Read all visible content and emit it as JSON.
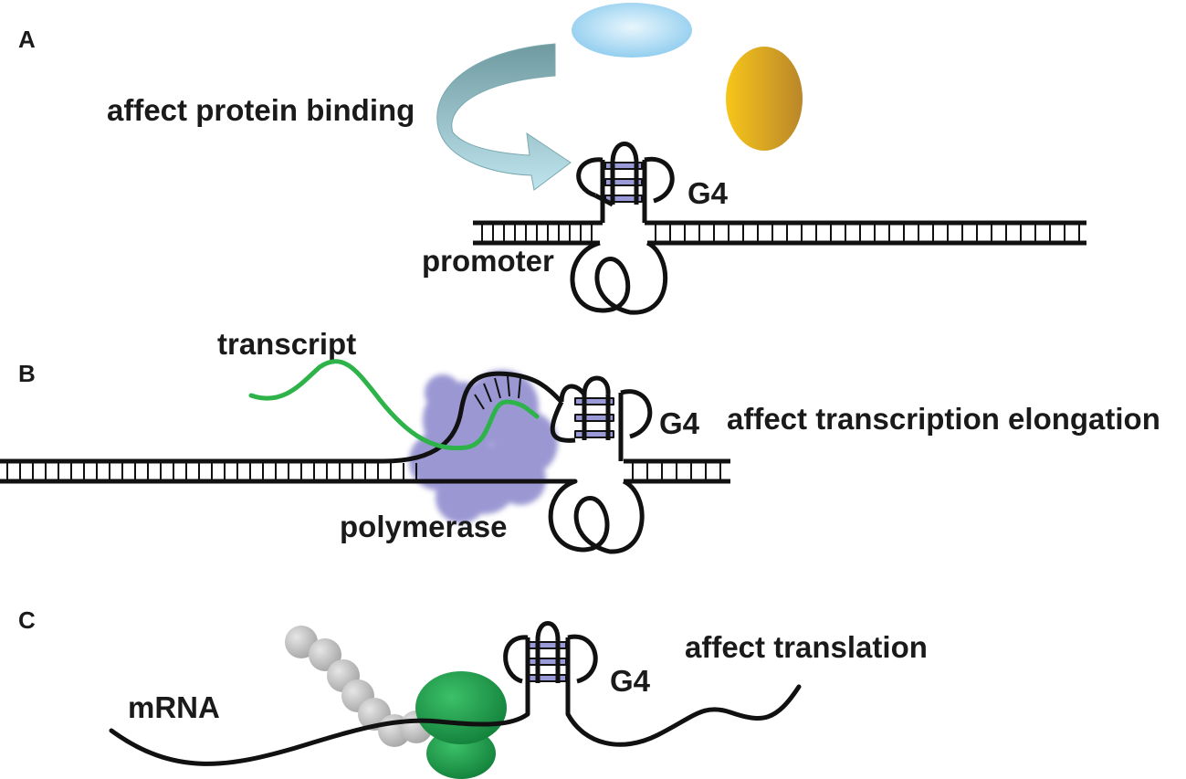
{
  "panels": {
    "a": {
      "letter": "A",
      "effect": "affect protein binding",
      "g4": "G4",
      "promoter": "promoter"
    },
    "b": {
      "letter": "B",
      "transcript": "transcript",
      "g4": "G4",
      "effect": "affect transcription elongation",
      "polymerase": "polymerase"
    },
    "c": {
      "letter": "C",
      "g4": "G4",
      "effect": "affect translation",
      "mrna": "mRNA"
    }
  },
  "colors": {
    "strand": "#111111",
    "g4_tetrad": "#9a9ad8",
    "protein_blue": "#a9d8f0",
    "protein_gold": "#e6ad1c",
    "arrow": "#8fbcc4",
    "transcript": "#2db34a",
    "polymerase": "#8a86cc",
    "ribosome": "#1f9a45",
    "peptide": "#bdbdbd"
  }
}
